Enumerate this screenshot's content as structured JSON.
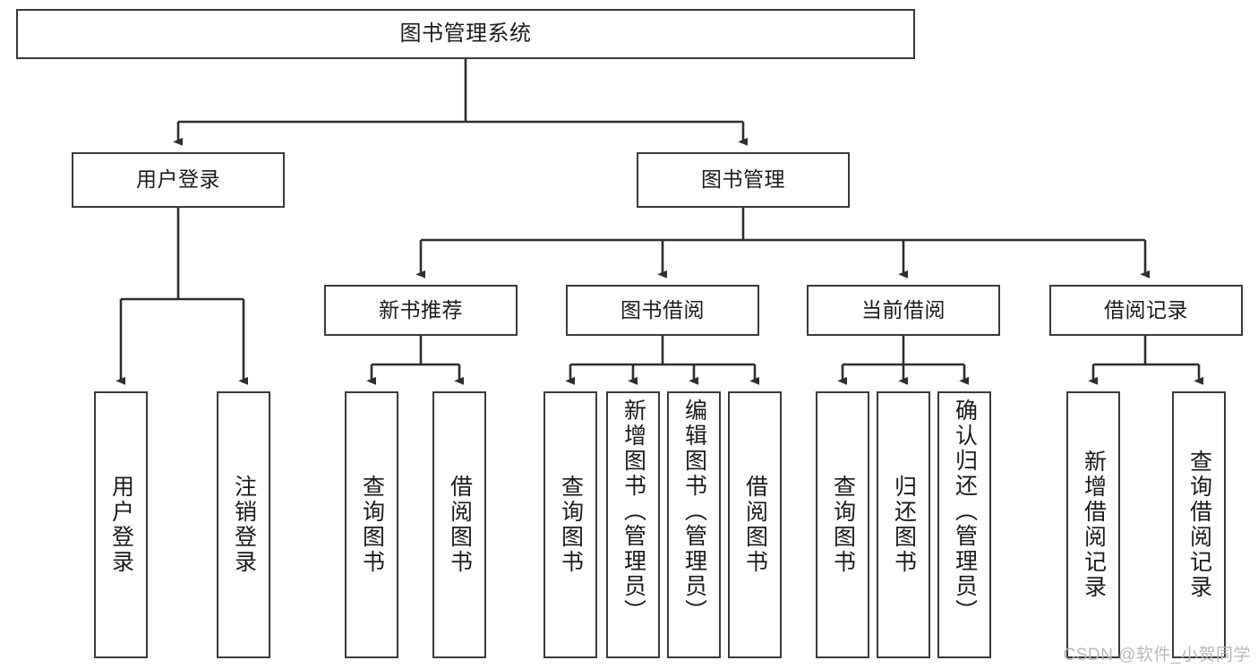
{
  "diagram": {
    "title": "图书管理系统",
    "type": "hierarchy-tree",
    "watermark": "CSDN @软件_小贺同学",
    "colors": {
      "node_border": "#3a3a3a",
      "node_fill": "#ffffff",
      "edge": "#2e2e2e",
      "text": "#1b1b1b",
      "watermark": "#b9b9b9",
      "background": "#ffffff"
    },
    "levels": {
      "root": {
        "label": "图书管理系统"
      },
      "level2": [
        {
          "label": "用户登录"
        },
        {
          "label": "图书管理"
        }
      ],
      "level3": [
        {
          "label": "新书推荐"
        },
        {
          "label": "图书借阅"
        },
        {
          "label": "当前借阅"
        },
        {
          "label": "借阅记录"
        }
      ],
      "leaves": {
        "user_login": [
          {
            "label": "用户登录"
          },
          {
            "label": "注销登录"
          }
        ],
        "new_book_recommend": [
          {
            "label": "查询图书"
          },
          {
            "label": "借阅图书"
          }
        ],
        "book_borrow": [
          {
            "label": "查询图书"
          },
          {
            "label": "新增图书（管理员）"
          },
          {
            "label": "编辑图书（管理员）"
          },
          {
            "label": "借阅图书"
          }
        ],
        "current_borrow": [
          {
            "label": "查询图书"
          },
          {
            "label": "归还图书"
          },
          {
            "label": "确认归还（管理员）"
          }
        ],
        "borrow_record": [
          {
            "label": "新增借阅记录"
          },
          {
            "label": "查询借阅记录"
          }
        ]
      }
    }
  }
}
